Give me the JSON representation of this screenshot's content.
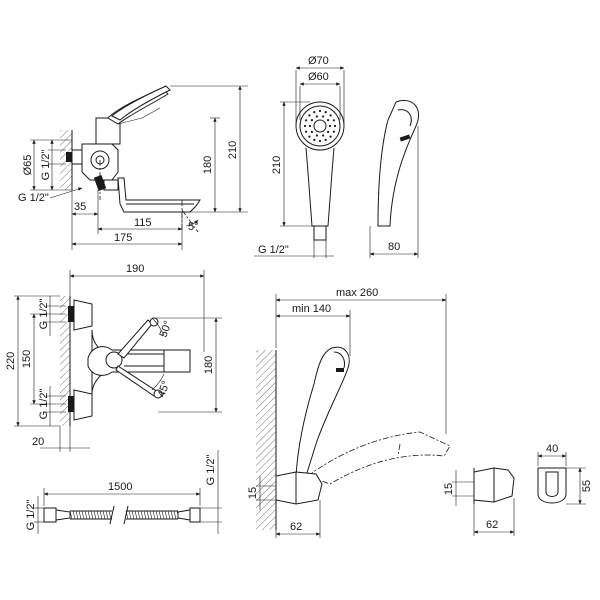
{
  "dimensions": {
    "mixer_top": {
      "height_210": "210",
      "height_180": "180",
      "diameter_65": "Ø65",
      "thread_top": "G 1/2\"",
      "thread_side": "G 1/2\"",
      "offset_35": "35",
      "spout_115": "115",
      "spout_175": "175",
      "angle_5": "5°"
    },
    "shower_head": {
      "diameter_70": "Ø70",
      "diameter_60": "Ø60",
      "height_210": "210",
      "thread": "G 1/2\"",
      "depth_80": "80"
    },
    "mixer_front": {
      "width_190": "190",
      "height_220": "220",
      "height_150": "150",
      "height_180": "180",
      "thread_upper": "G 1/2\"",
      "thread_lower": "G 1/2\"",
      "depth_20": "20",
      "angle_50": "50°",
      "angle_45": "45°"
    },
    "hose": {
      "length_1500": "1500",
      "thread_left": "G 1/2\"",
      "thread_right": "G 1/2\""
    },
    "holder_wall": {
      "max_260": "max 260",
      "min_140": "min 140",
      "height_15": "15",
      "depth_62": "62"
    },
    "holder_detail": {
      "height_15": "15",
      "depth_62": "62",
      "width_40": "40",
      "height_55": "55"
    }
  }
}
